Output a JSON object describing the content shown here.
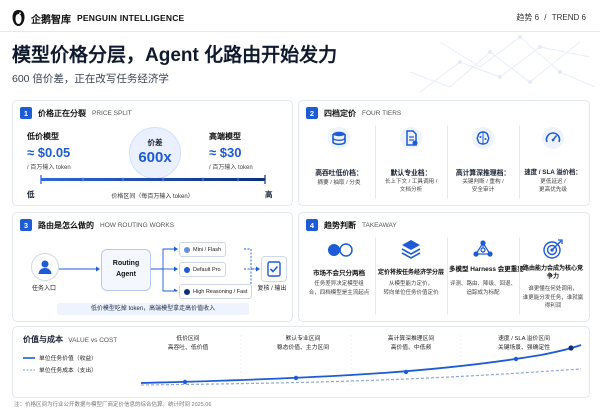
{
  "header": {
    "brand_cn": "企鹅智库",
    "brand_en": "PENGUIN INTELLIGENCE",
    "trend_label": "趋势 6",
    "trend_sep": "/",
    "trend_en": "TREND 6"
  },
  "title": "模型价格分层，Agent 化路由开始发力",
  "subtitle": "600 倍价差，正在改写任务经济学",
  "s1": {
    "num": "1",
    "title": "价格正在分裂",
    "en": "PRICE SPLIT",
    "low_label": "低价模型",
    "low_price": "≈ $0.05",
    "low_unit": "/ 百万输入 token",
    "gap_label": "价差",
    "gap_value": "600x",
    "high_label": "高端模型",
    "high_price": "≈ $30",
    "high_unit": "/ 百万输入 token",
    "axis_low": "低",
    "axis_caption": "价格区间（每百万输入 token）",
    "axis_high": "高"
  },
  "s2": {
    "num": "2",
    "title": "四档定价",
    "en": "FOUR TIERS",
    "cards": [
      {
        "icon": "database-icon",
        "title": "高吞吐低价档：",
        "desc": [
          "摘要 / 抽取 / 分类"
        ]
      },
      {
        "icon": "document-icon",
        "title": "默认专业档：",
        "desc": [
          "长上下文 / 工具调用 /",
          "文档分析"
        ]
      },
      {
        "icon": "brain-icon",
        "title": "高计算深推理档：",
        "desc": [
          "关键判断 / 重构 /",
          "安全审计"
        ]
      },
      {
        "icon": "speedometer-icon",
        "title": "速度 / SLA 溢价档：",
        "desc": [
          "更低延迟 /",
          "更高优先级"
        ]
      }
    ]
  },
  "s3": {
    "num": "3",
    "title": "路由是怎么做的",
    "en": "HOW ROUTING WORKS",
    "entry": "任务入口",
    "agent": [
      "Routing",
      "Agent"
    ],
    "routes": [
      "Mini / Flash",
      "Default Pro",
      "High Reasoning / Fast"
    ],
    "review": "复核 / 输出",
    "caption": "低价模型吃掉 token，高端模型拿走高价值收入"
  },
  "s4": {
    "num": "4",
    "title": "趋势判断",
    "en": "TAKEAWAY",
    "items": [
      {
        "icon": "circles-icon",
        "title": "市场不会只分两档",
        "desc": [
          "任务差异决定模型组",
          "合，四档模型是主流起点"
        ]
      },
      {
        "icon": "layers-icon",
        "title": "定价将按任务经济学分层",
        "desc": [
          "从模型能力定价，",
          "转向单位任务价值定价"
        ]
      },
      {
        "icon": "network-icon",
        "title": "多模型 Harness 会更重要",
        "desc": [
          "评测、路由、降级、回退、",
          "追踪成为标配"
        ]
      },
      {
        "icon": "target-icon",
        "title": "路由能力会成为核心竞争力",
        "desc": [
          "谁更懂在何处调用，",
          "谁更能",
          "分发任务，谁就赢得利润"
        ]
      }
    ]
  },
  "bottom": {
    "title": "价值与成本",
    "en_a": "VALUE",
    "en_b": "vs",
    "en_c": "COST",
    "legend_value": "单位任务价值（收益）",
    "legend_cost": "单位任务成本（支出）",
    "zones": [
      {
        "name": "低价区间",
        "desc": "高吞吐、低价值"
      },
      {
        "name": "默认专业区间",
        "desc": "稳态价值、主力区间"
      },
      {
        "name": "高计算深推理区间",
        "desc": "高价值、中低频"
      },
      {
        "name": "速度 / SLA 溢价区间",
        "desc": "关键场景、强确定性"
      }
    ]
  },
  "footnote": "注：价格区间为行业公开数据与模型厂商定价信息的综合估算。统计时间 2025.06",
  "colors": {
    "accent": "#1e5bd6",
    "light_accent": "#dfe8fb",
    "text": "#111111"
  }
}
